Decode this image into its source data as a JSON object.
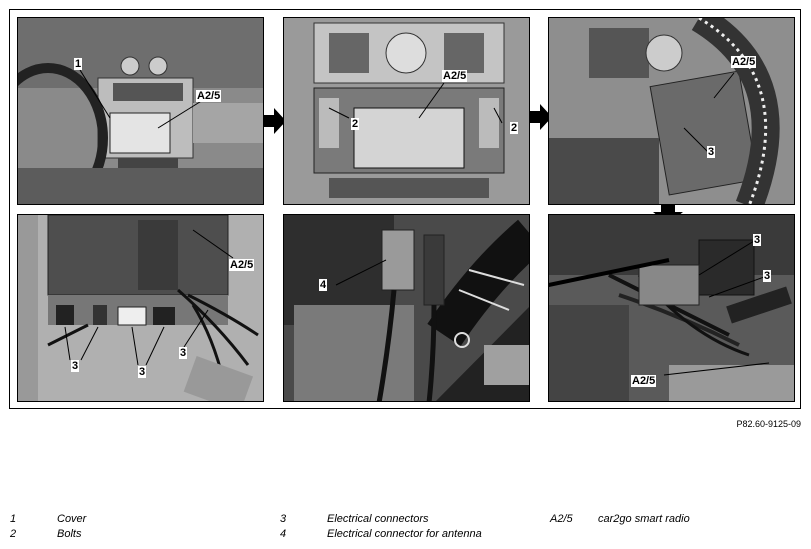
{
  "figure_ref": "P82.60-9125-09",
  "panels": [
    {
      "id": "p1",
      "callouts": [
        "1",
        "A2/5"
      ]
    },
    {
      "id": "p2",
      "callouts": [
        "A2/5",
        "2",
        "2"
      ]
    },
    {
      "id": "p3",
      "callouts": [
        "A2/5",
        "3"
      ]
    },
    {
      "id": "p4",
      "callouts": [
        "A2/5",
        "3",
        "3",
        "3"
      ]
    },
    {
      "id": "p5",
      "callouts": [
        "4"
      ]
    },
    {
      "id": "p6",
      "callouts": [
        "3",
        "3",
        "A2/5"
      ]
    }
  ],
  "legend": [
    {
      "num": "1",
      "text": "Cover"
    },
    {
      "num": "2",
      "text": "Bolts"
    },
    {
      "num": "3",
      "text": "Electrical connectors"
    },
    {
      "num": "4",
      "text": "Electrical connector for antenna"
    },
    {
      "num": "A2/5",
      "text": "car2go smart radio"
    }
  ]
}
